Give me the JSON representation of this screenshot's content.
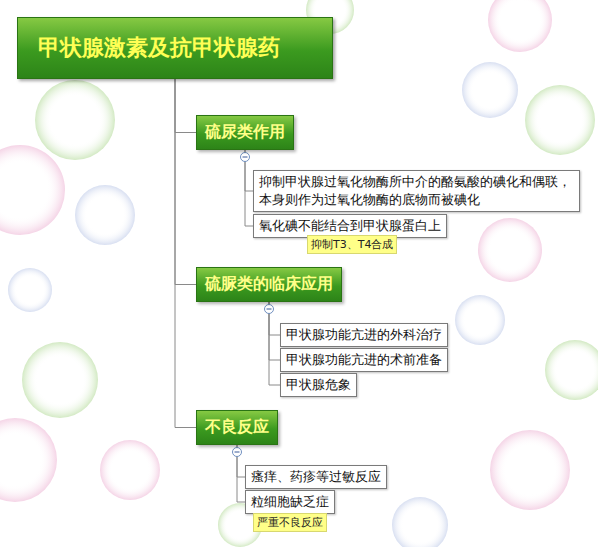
{
  "diagram": {
    "nodes": [
      {
        "text": [
          "甲状腺激素及抗甲状腺药"
        ]
      },
      {
        "text": [
          "硫尿类作用"
        ]
      },
      {
        "text": [
          "抑制甲状腺过氧化物酶所中介的酪氨酸的碘化和偶联，本身则作为过氧化物酶的底物而被碘化"
        ]
      },
      {
        "text": [
          "氧化碘不能结合到甲状腺蛋白上"
        ]
      },
      {
        "text": [
          "抑制T3、T4合成"
        ]
      },
      {
        "text": [
          "硫脲类的临床应用"
        ]
      },
      {
        "text": [
          "甲状腺功能亢进的外科治疗"
        ]
      },
      {
        "text": [
          "甲状腺功能亢进的术前准备"
        ]
      },
      {
        "text": [
          "甲状腺危象"
        ]
      },
      {
        "text": [
          "不良反应"
        ]
      },
      {
        "text": [
          "瘙痒、药疹等过敏反应"
        ]
      },
      {
        "text": [
          "粒细胞缺乏症"
        ]
      },
      {
        "text": [
          "严重不良反应"
        ]
      }
    ],
    "edges": [
      {
        "from": 0,
        "to": 1,
        "arrow": "none"
      },
      {
        "from": 0,
        "to": 5,
        "arrow": "none"
      },
      {
        "from": 0,
        "to": 9,
        "arrow": "none"
      },
      {
        "from": 1,
        "to": 2,
        "arrow": "none"
      },
      {
        "from": 1,
        "to": 3,
        "arrow": "none"
      },
      {
        "from": 5,
        "to": 6,
        "arrow": "none"
      },
      {
        "from": 5,
        "to": 7,
        "arrow": "none"
      },
      {
        "from": 5,
        "to": 8,
        "arrow": "none"
      },
      {
        "from": 9,
        "to": 10,
        "arrow": "none"
      },
      {
        "from": 9,
        "to": 11,
        "arrow": "none"
      }
    ]
  }
}
